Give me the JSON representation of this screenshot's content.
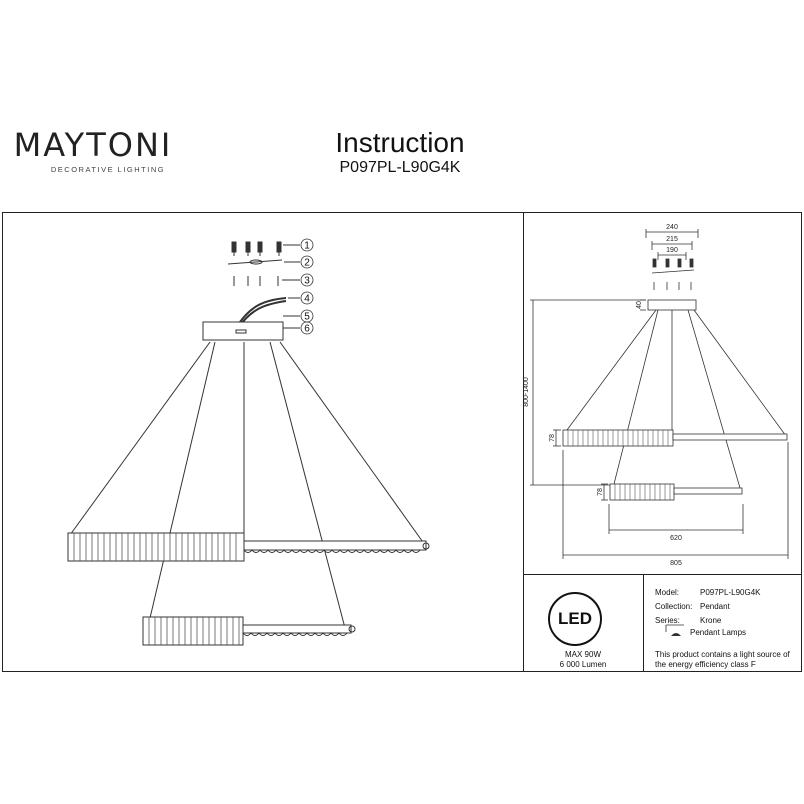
{
  "header": {
    "brand_name": "MAYTONI",
    "brand_tagline": "DECORATIVE LIGHTING",
    "title": "Instruction",
    "model_code": "P097PL-L90G4K"
  },
  "parts_callouts": [
    "1",
    "2",
    "3",
    "4",
    "5",
    "6"
  ],
  "dimensions": {
    "top_240": "240",
    "top_215": "215",
    "top_190": "190",
    "canopy_height": "40",
    "drop_range": "800-1400",
    "ring_height_upper": "78",
    "ring_height_lower": "78",
    "lower_ring_width": "620",
    "upper_ring_width": "805"
  },
  "led_panel": {
    "badge": "LED",
    "max_power": "MAX 90W",
    "lumen": "6 000 Lumen"
  },
  "info": {
    "model_label": "Model:",
    "model_value": "P097PL-L90G4K",
    "collection_label": "Collection:",
    "collection_value": "Pendant",
    "series_label": "Series:",
    "series_value": "Krone",
    "type_value": "Pendant Lamps",
    "energy_note": "This product contains a light source of the energy efficiency class F"
  }
}
